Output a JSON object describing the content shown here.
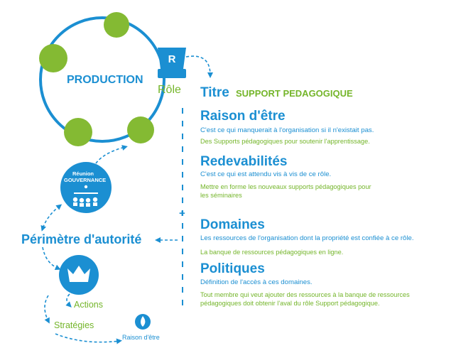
{
  "production": {
    "label": "PRODUCTION",
    "role_label": "Rôle",
    "badge": "R"
  },
  "titre": {
    "label": "Titre",
    "value": "SUPPORT PEDAGOGIQUE"
  },
  "raison": {
    "heading": "Raison d'être",
    "desc": "C'est ce qui manquerait à l'organisation si il n'existait pas.",
    "example": "Des Supports pédagogiques pour soutenir l'apprentissage."
  },
  "redev": {
    "heading": "Redevabilités",
    "desc": "C'est ce qui est attendu vis à vis de ce rôle.",
    "example_line1": "Mettre en forme les nouveaux supports pédagogiques pour",
    "example_line2": "les séminaires"
  },
  "plus_sign": "+",
  "domaines": {
    "heading": "Domaines",
    "desc": "Les ressources de l'organisation dont la propriété est confiée à ce rôle.",
    "example": "La banque de ressources pédagogiques en ligne."
  },
  "politiques": {
    "heading": "Politiques",
    "desc": "Définition de l'accès à ces domaines.",
    "example_line1": "Tout membre qui veut ajouter des ressources à la banque de ressources",
    "example_line2": "pédagogiques doit obtenir l'aval du rôle Support pédagogique."
  },
  "gouvernance": {
    "line1": "Réunion",
    "line2": "GOUVERNANCE"
  },
  "perimetre": "Périmètre d'autorité",
  "actions": "Actions",
  "strategies": "Stratégies",
  "raison_small": "Raison d'être",
  "colors": {
    "blue": "#1b8fd2",
    "green": "#74b52a",
    "white": "#ffffff"
  }
}
